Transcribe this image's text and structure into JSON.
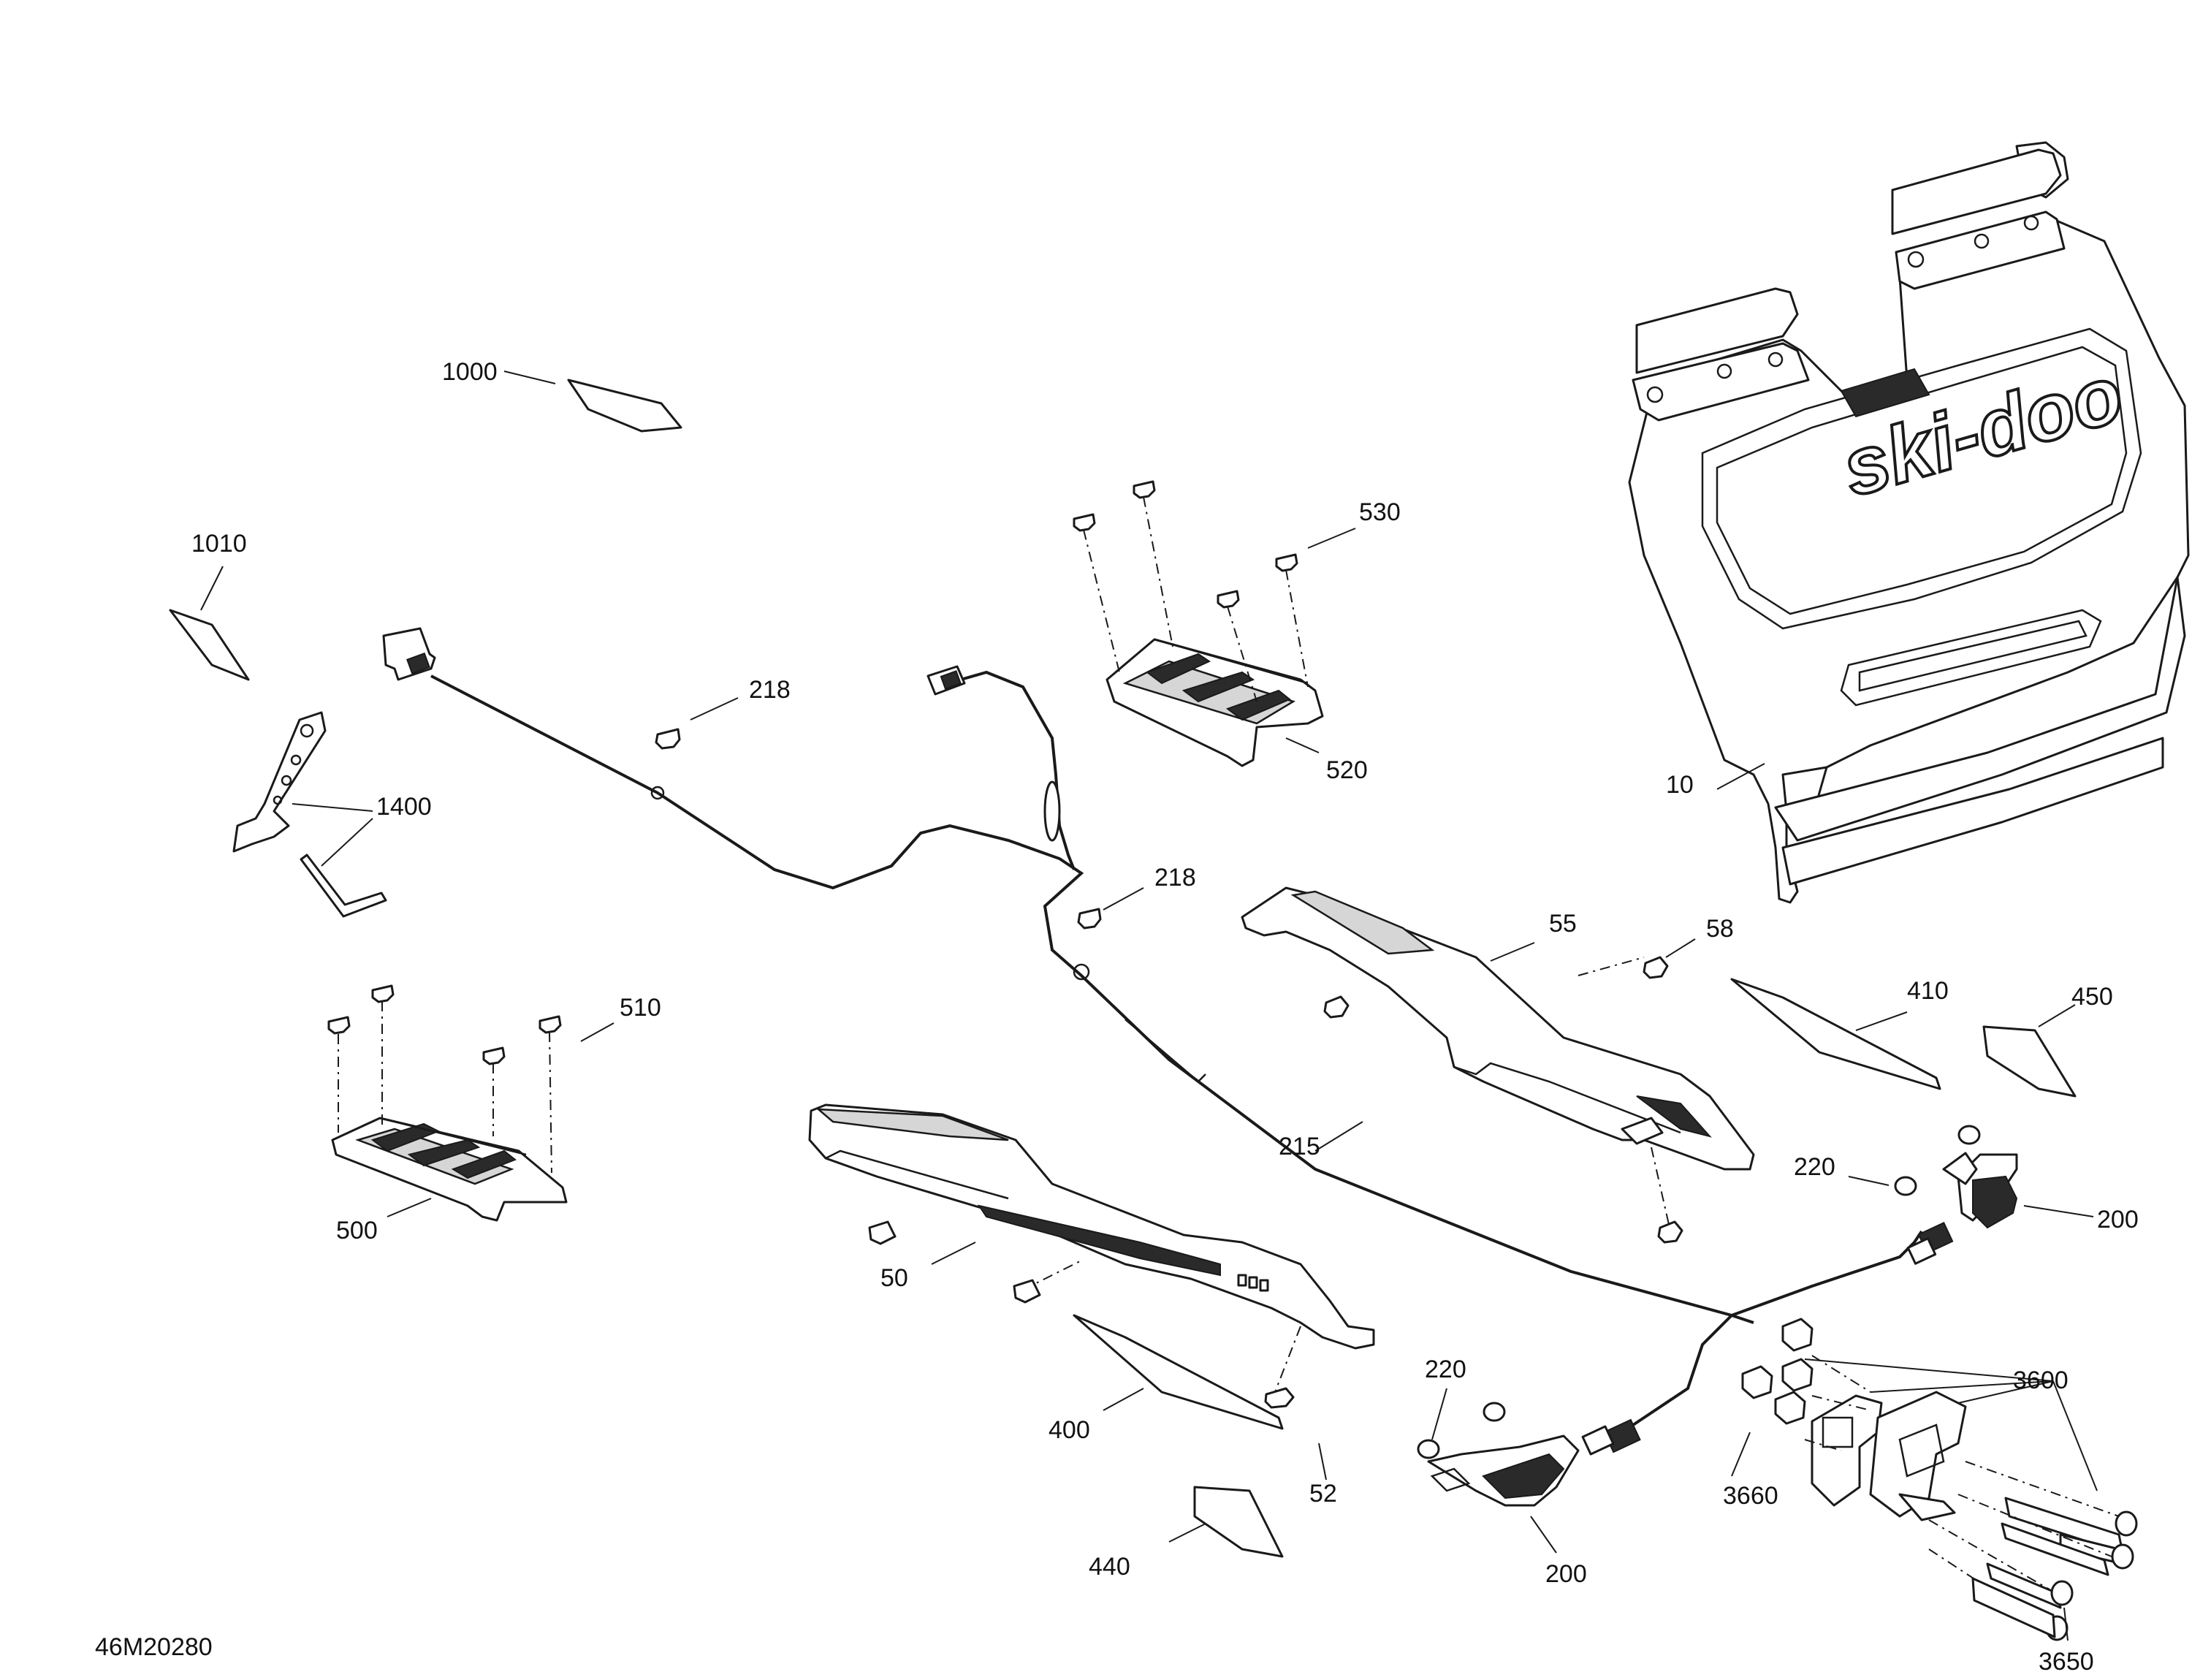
{
  "drawing_number": "46M20280",
  "brand_mark": "ski-doo",
  "callouts": {
    "c10": "10",
    "c50": "50",
    "c52": "52",
    "c55": "55",
    "c58": "58",
    "c200a": "200",
    "c200b": "200",
    "c215": "215",
    "c218a": "218",
    "c218b": "218",
    "c220a": "220",
    "c220b": "220",
    "c400": "400",
    "c410": "410",
    "c440": "440",
    "c450": "450",
    "c500": "500",
    "c510": "510",
    "c520": "520",
    "c530": "530",
    "c1000": "1000",
    "c1010": "1010",
    "c1400": "1400",
    "c3600": "3600",
    "c3650": "3650",
    "c3660": "3660"
  }
}
